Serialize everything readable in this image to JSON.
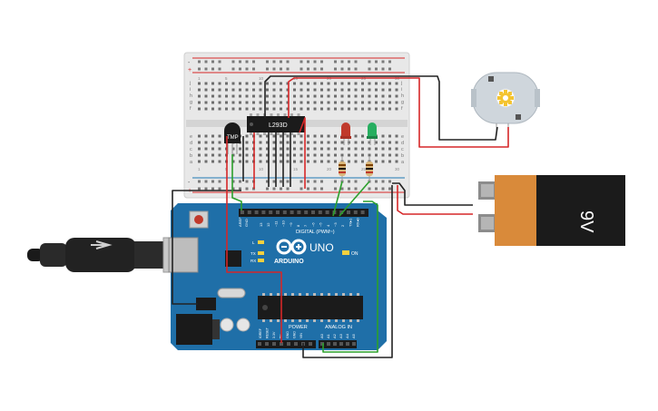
{
  "breadboard": {
    "row_letters_top": [
      "j",
      "i",
      "h",
      "g",
      "f"
    ],
    "row_letters_bottom": [
      "e",
      "d",
      "c",
      "b",
      "a"
    ],
    "rail_plus": "+",
    "rail_minus": "-",
    "column_numbers": [
      "1",
      "5",
      "10",
      "15",
      "20",
      "25",
      "30"
    ]
  },
  "components": {
    "ic_label": "L293D",
    "sensor_label": "TMP",
    "battery_label": "9V"
  },
  "arduino": {
    "logo_text": "ARDUINO",
    "model": "UNO",
    "digital_header": "DIGITAL (PWM~)",
    "analog_header": "ANALOG IN",
    "power_header": "POWER",
    "on_label": "ON",
    "aref": "AREF",
    "gnd": "GND",
    "tx": "TX",
    "rx": "RX",
    "l": "L",
    "digital_pins": [
      "13",
      "12",
      "~11",
      "~10",
      "~9",
      "8",
      "7",
      "~6",
      "~5",
      "4",
      "~3",
      "2",
      "TX▸1",
      "RX◂0"
    ],
    "analog_pins": [
      "A0",
      "A1",
      "A2",
      "A3",
      "A4",
      "A5"
    ],
    "power_pins": [
      "IOREF",
      "RESET",
      "3.3V",
      "5V",
      "GND",
      "GND",
      "VIN"
    ]
  },
  "colors": {
    "board": "#1f6fa8",
    "board_dark": "#17578a",
    "wire_red": "#d62728",
    "wire_black": "#222222",
    "wire_green": "#2ca02c",
    "breadboard": "#e6e6e6",
    "battery_orange": "#d98a3a",
    "battery_black": "#1b1b1b",
    "led_red": "#c0392b",
    "led_green": "#27ae60",
    "motor": "#cfd6dc",
    "gear": "#f4c430"
  }
}
